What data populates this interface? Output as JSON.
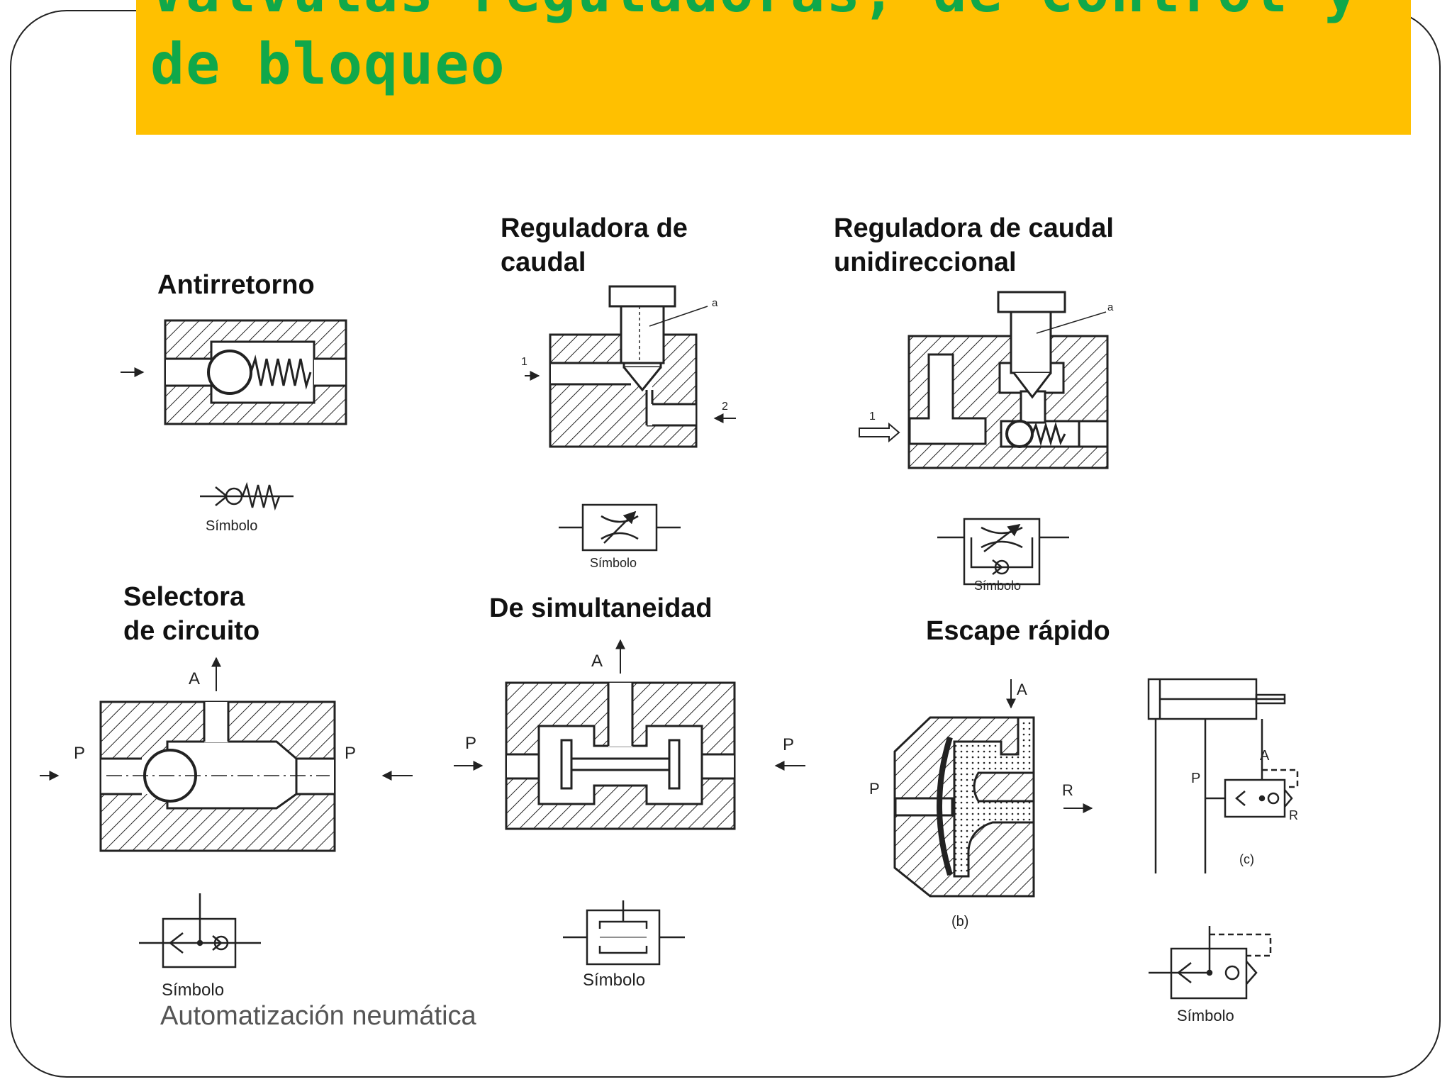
{
  "title": "Válvulas reguladoras, de control y de bloqueo",
  "footer": "Automatización neumática",
  "valves": [
    {
      "name": "Antirretorno",
      "symbol_caption": "Símbolo"
    },
    {
      "name": "Reguladora de\ncaudal",
      "symbol_caption": "Símbolo"
    },
    {
      "name": "Reguladora de caudal\nunidireccional",
      "symbol_caption": "Símbolo"
    },
    {
      "name": "Selectora\nde circuito",
      "symbol_caption": "Símbolo"
    },
    {
      "name": "De simultaneidad",
      "symbol_caption": "Símbolo"
    },
    {
      "name": "Escape rápido",
      "symbol_caption": "Símbolo"
    }
  ],
  "port_labels": {
    "inlet": "1",
    "outlet": "2",
    "screw": "a",
    "pressure": "P",
    "output": "A",
    "exhaust": "R",
    "figure_b": "(b)",
    "figure_c": "(c)"
  },
  "colors": {
    "title_bar": "#ffc000",
    "title_text": "#10a84a",
    "footer_text": "#555555"
  }
}
